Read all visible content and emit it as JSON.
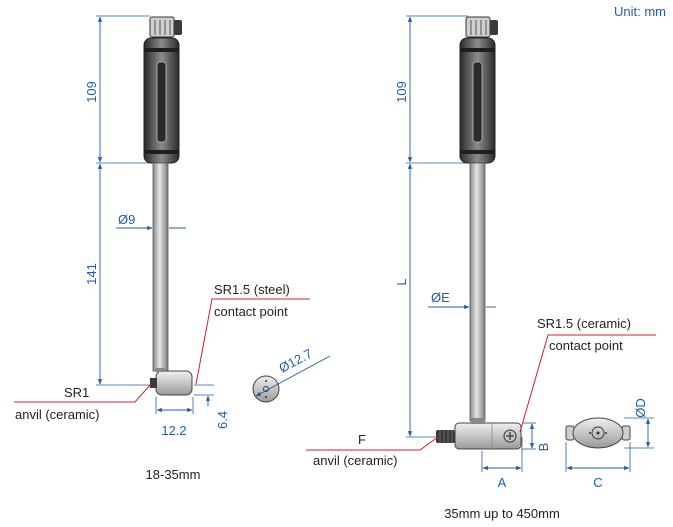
{
  "unit_label": "Unit: mm",
  "colors": {
    "dimension": "#1f5fa8",
    "leader": "#d0202a",
    "text": "#222222",
    "grip": "#555555"
  },
  "left_gauge": {
    "dim_grip": "109",
    "dim_rod": "141",
    "dim_rod_diameter": "Ø9",
    "contact_label": "SR1.5 (steel)",
    "contact_desc": "contact point",
    "anvil_label": "SR1",
    "anvil_desc": "anvil (ceramic)",
    "dim_head_width": "12.2",
    "dim_head_height": "6.4",
    "dim_end_diameter": "Ø12.7",
    "range_caption": "18-35mm"
  },
  "right_gauge": {
    "dim_grip": "109",
    "dim_rod": "L",
    "dim_rod_diameter": "ØE",
    "contact_label": "SR1.5 (ceramic)",
    "contact_desc": "contact point",
    "anvil_label": "F",
    "anvil_desc": "anvil (ceramic)",
    "dim_a": "A",
    "dim_b": "B",
    "dim_c": "C",
    "dim_d": "ØD",
    "range_caption": "35mm up to 450mm"
  }
}
